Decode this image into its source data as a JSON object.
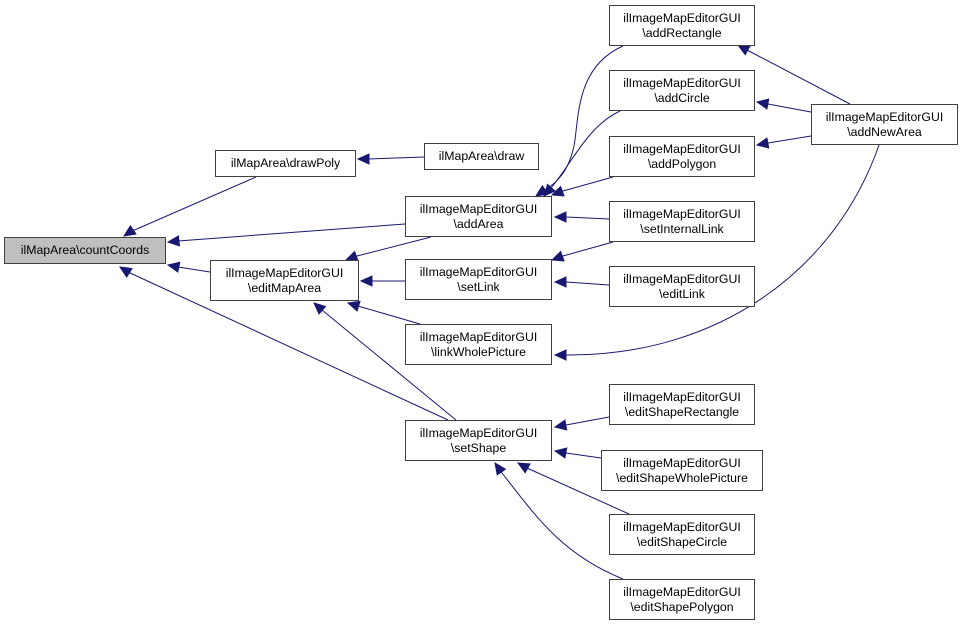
{
  "diagram": {
    "type": "doxygen-caller-graph",
    "colors": {
      "edge": "#191970",
      "node_border": "#404040",
      "root_fill": "#bfbfbf",
      "node_fill": "#ffffff"
    },
    "nodes": [
      {
        "id": "countCoords",
        "lines": [
          "ilMapArea\\countCoords"
        ],
        "root": true
      },
      {
        "id": "drawPoly",
        "lines": [
          "ilMapArea\\drawPoly"
        ]
      },
      {
        "id": "draw",
        "lines": [
          "ilMapArea\\draw"
        ]
      },
      {
        "id": "editMapArea",
        "lines": [
          "ilImageMapEditorGUI",
          "\\editMapArea"
        ]
      },
      {
        "id": "addArea",
        "lines": [
          "ilImageMapEditorGUI",
          "\\addArea"
        ]
      },
      {
        "id": "setLink",
        "lines": [
          "ilImageMapEditorGUI",
          "\\setLink"
        ]
      },
      {
        "id": "linkWholePicture",
        "lines": [
          "ilImageMapEditorGUI",
          "\\linkWholePicture"
        ]
      },
      {
        "id": "setShape",
        "lines": [
          "ilImageMapEditorGUI",
          "\\setShape"
        ]
      },
      {
        "id": "addRectangle",
        "lines": [
          "ilImageMapEditorGUI",
          "\\addRectangle"
        ]
      },
      {
        "id": "addCircle",
        "lines": [
          "ilImageMapEditorGUI",
          "\\addCircle"
        ]
      },
      {
        "id": "addPolygon",
        "lines": [
          "ilImageMapEditorGUI",
          "\\addPolygon"
        ]
      },
      {
        "id": "setInternalLink",
        "lines": [
          "ilImageMapEditorGUI",
          "\\setInternalLink"
        ]
      },
      {
        "id": "editLink",
        "lines": [
          "ilImageMapEditorGUI",
          "\\editLink"
        ]
      },
      {
        "id": "addNewArea",
        "lines": [
          "ilImageMapEditorGUI",
          "\\addNewArea"
        ]
      },
      {
        "id": "editShapeRectangle",
        "lines": [
          "ilImageMapEditorGUI",
          "\\editShapeRectangle"
        ]
      },
      {
        "id": "editShapeWholePicture",
        "lines": [
          "ilImageMapEditorGUI",
          "\\editShapeWholePicture"
        ]
      },
      {
        "id": "editShapeCircle",
        "lines": [
          "ilImageMapEditorGUI",
          "\\editShapeCircle"
        ]
      },
      {
        "id": "editShapePolygon",
        "lines": [
          "ilImageMapEditorGUI",
          "\\editShapePolygon"
        ]
      }
    ],
    "edges": [
      {
        "from": "drawPoly",
        "to": "countCoords"
      },
      {
        "from": "addArea",
        "to": "countCoords"
      },
      {
        "from": "editMapArea",
        "to": "countCoords"
      },
      {
        "from": "setShape",
        "to": "countCoords"
      },
      {
        "from": "draw",
        "to": "drawPoly"
      },
      {
        "from": "addArea",
        "to": "editMapArea"
      },
      {
        "from": "setLink",
        "to": "editMapArea"
      },
      {
        "from": "linkWholePicture",
        "to": "editMapArea"
      },
      {
        "from": "setShape",
        "to": "editMapArea"
      },
      {
        "from": "addRectangle",
        "to": "addArea"
      },
      {
        "from": "addCircle",
        "to": "addArea"
      },
      {
        "from": "addPolygon",
        "to": "addArea"
      },
      {
        "from": "setInternalLink",
        "to": "addArea"
      },
      {
        "from": "setInternalLink",
        "to": "setLink"
      },
      {
        "from": "editLink",
        "to": "setLink"
      },
      {
        "from": "addNewArea",
        "to": "addRectangle"
      },
      {
        "from": "addNewArea",
        "to": "addCircle"
      },
      {
        "from": "addNewArea",
        "to": "addPolygon"
      },
      {
        "from": "addNewArea",
        "to": "linkWholePicture"
      },
      {
        "from": "editShapeRectangle",
        "to": "setShape"
      },
      {
        "from": "editShapeWholePicture",
        "to": "setShape"
      },
      {
        "from": "editShapeCircle",
        "to": "setShape"
      },
      {
        "from": "editShapePolygon",
        "to": "setShape"
      }
    ]
  }
}
